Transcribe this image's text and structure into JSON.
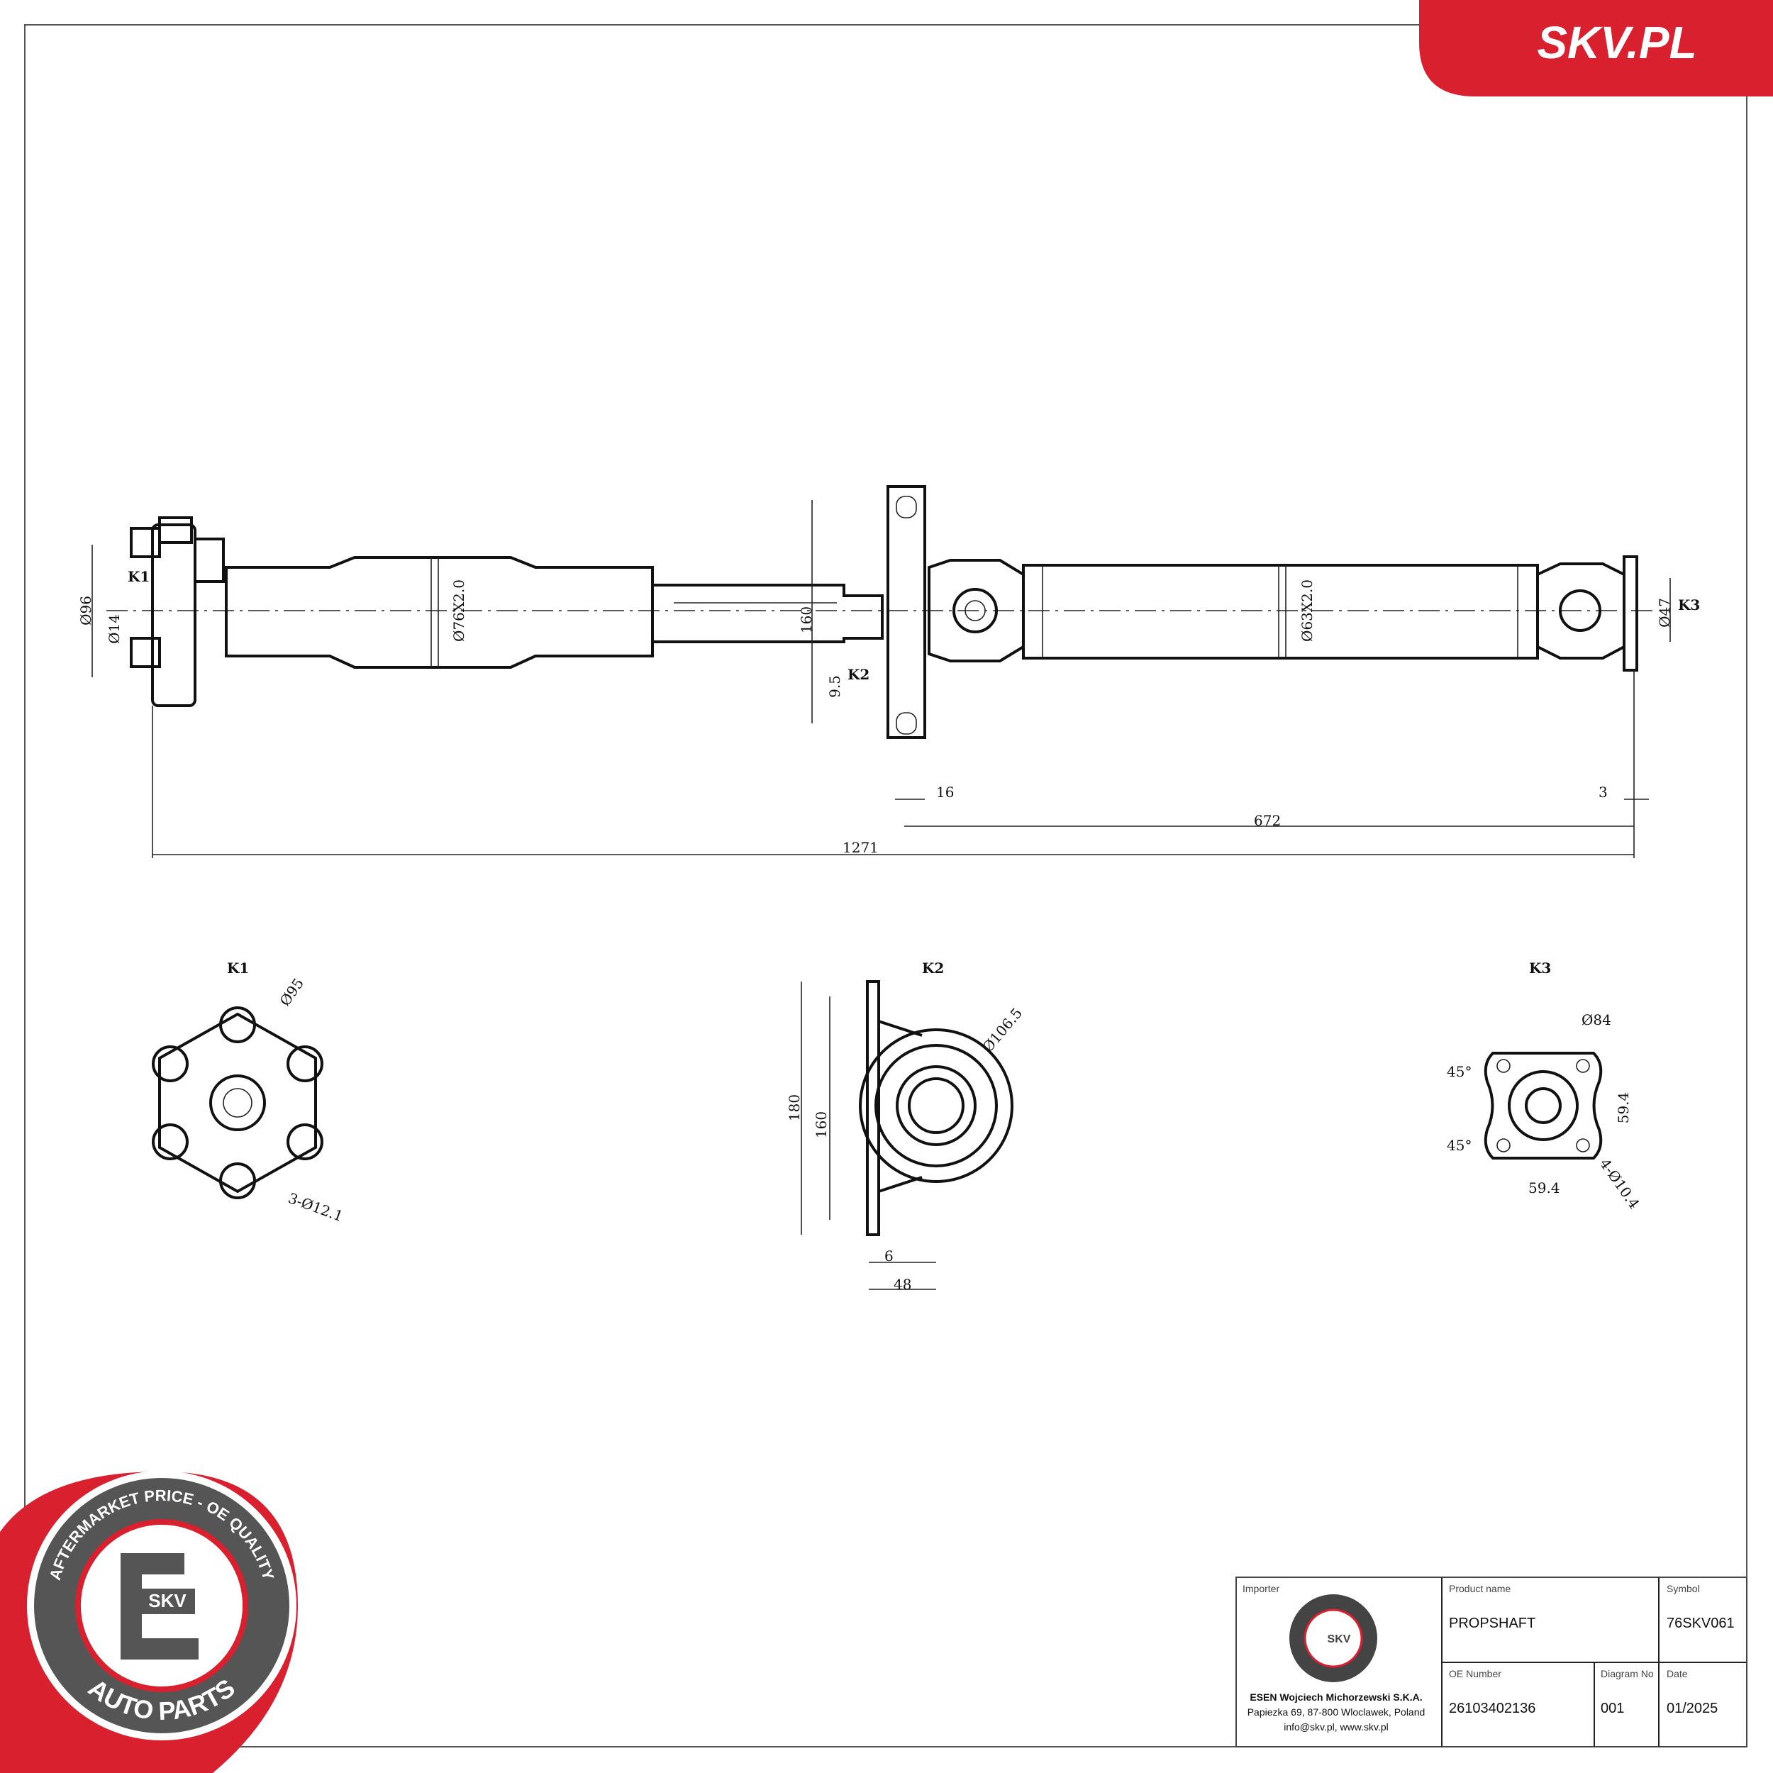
{
  "brand": {
    "logo_text": "SKV.PL",
    "color": "#d9202f"
  },
  "drawing": {
    "main_view": {
      "labels": {
        "k1": "K1",
        "k2": "K2",
        "k3": "K3"
      },
      "dims": {
        "d96": "Ø96",
        "d14": "Ø14",
        "tube1": "Ø76X2.0",
        "d160": "160",
        "d9_5": "9.5",
        "tube2": "Ø63X2.0",
        "d47": "Ø47",
        "d16": "16",
        "d3": "3",
        "d672": "672",
        "d1271": "1271"
      }
    },
    "k1_view": {
      "title": "K1",
      "d95": "Ø95",
      "holes": "3-Ø12.1"
    },
    "k2_view": {
      "title": "K2",
      "d106": "Ø106.5",
      "d180": "180",
      "d160": "160",
      "d6": "6",
      "d48": "48"
    },
    "k3_view": {
      "title": "K3",
      "d84": "Ø84",
      "a1": "45°",
      "a2": "45°",
      "v59": "59.4",
      "h59": "59.4",
      "holes": "4-Ø10.4"
    }
  },
  "stamp": {
    "top_text": "AFTERMARKET PRICE - OE QUALITY",
    "bottom_text": "AUTO PARTS",
    "center": "SKV"
  },
  "title_block": {
    "importer_label": "Importer",
    "importer_name": "ESEN Wojciech Michorzewski S.K.A.",
    "importer_address": "Papiezka 69, 87-800 Wloclawek, Poland",
    "importer_contact": "info@skv.pl, www.skv.pl",
    "product_label": "Product name",
    "product": "PROPSHAFT",
    "symbol_label": "Symbol",
    "symbol": "76SKV061",
    "oe_label": "OE Number",
    "oe": "26103402136",
    "diagram_label": "Diagram No",
    "diagram": "001",
    "date_label": "Date",
    "date": "01/2025"
  }
}
